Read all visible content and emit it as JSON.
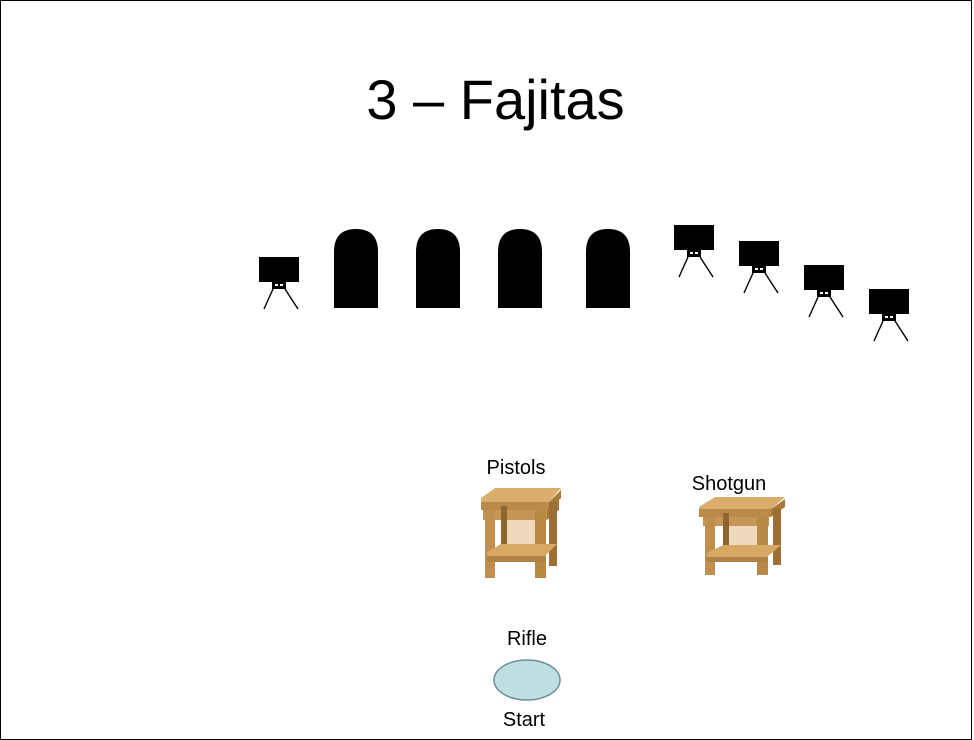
{
  "slide": {
    "title": "3 – Fajitas"
  },
  "stations": {
    "pistols_label": "Pistols",
    "shotgun_label": "Shotgun",
    "rifle_label": "Rifle",
    "start_label": "Start"
  },
  "colors": {
    "target": "#000000",
    "start_oval_fill": "#c1dfe3",
    "start_oval_stroke": "#6b8f96",
    "table_wood": "#c99a58"
  },
  "icons": {
    "steel_plate": "steel-plate-target-icon",
    "paper_target": "silhouette-target-icon",
    "table": "wooden-table-icon"
  }
}
